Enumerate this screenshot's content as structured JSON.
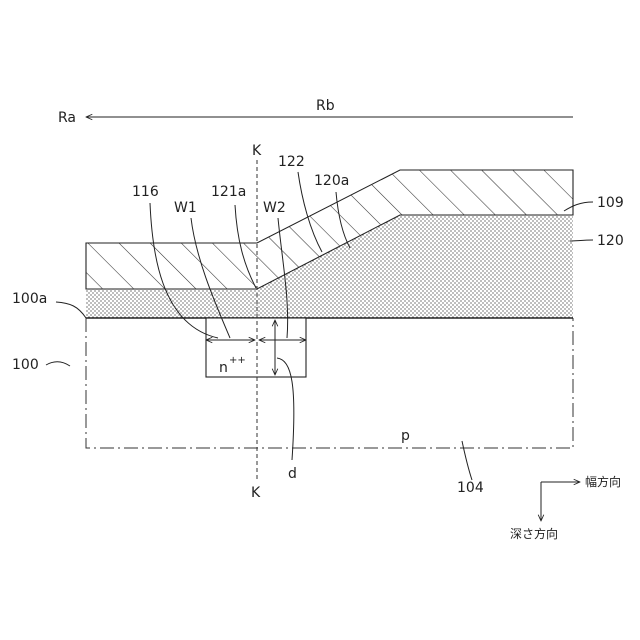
{
  "arrow_labels": {
    "left": "Ra",
    "right": "Rb"
  },
  "section_line": {
    "top": "K",
    "bottom": "K"
  },
  "labels": {
    "l116": "116",
    "w1": "W1",
    "l121a": "121a",
    "w2": "W2",
    "l122": "122",
    "l120a": "120a",
    "l109": "109",
    "l120": "120",
    "l100a": "100a",
    "l100": "100",
    "n_region": "n",
    "n_superscript": "++",
    "p_region": "p",
    "d": "d",
    "l104": "104"
  },
  "direction_legend": {
    "width_direction": "幅方向",
    "depth_direction": "深さ方向"
  }
}
